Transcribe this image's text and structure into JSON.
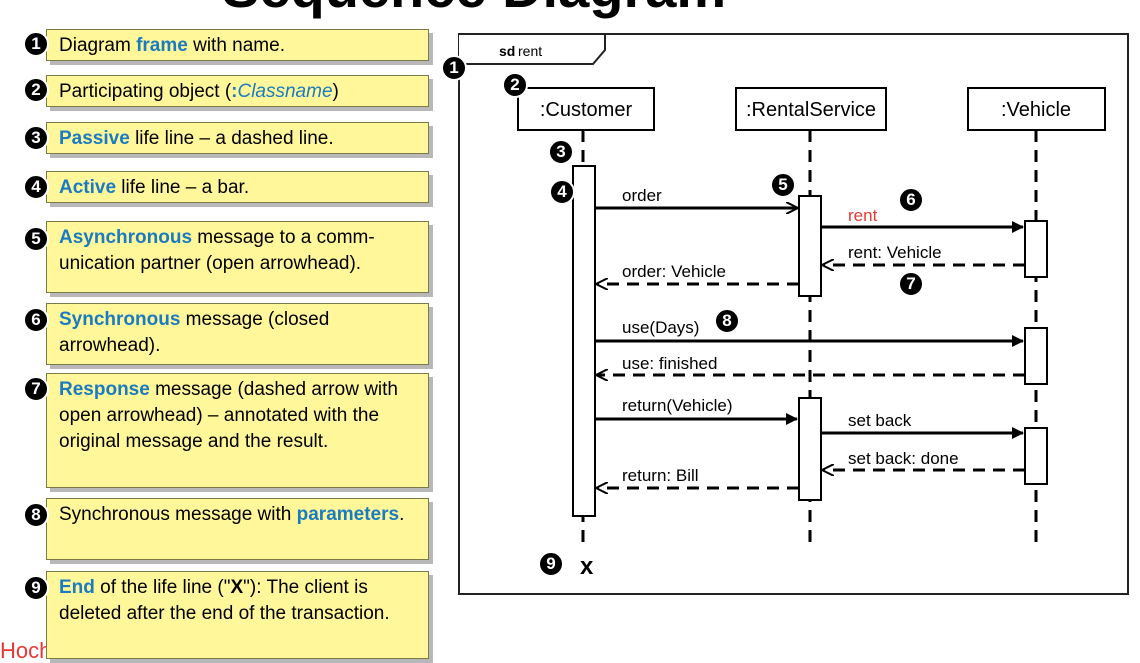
{
  "page": {
    "title": "Sequence Diagram",
    "footer": "Hochschule"
  },
  "legend": [
    {
      "num": "1",
      "parts": [
        {
          "t": "Diagram "
        },
        {
          "t": "frame",
          "k": "kw"
        },
        {
          "t": " with name."
        }
      ]
    },
    {
      "num": "2",
      "parts": [
        {
          "t": "Participating object ("
        },
        {
          "t": ":",
          "k": "kw"
        },
        {
          "t": "Classname",
          "k": "hl"
        },
        {
          "t": ")"
        }
      ]
    },
    {
      "num": "3",
      "parts": [
        {
          "t": "Passive",
          "k": "kw"
        },
        {
          "t": " life line – a dashed line."
        }
      ]
    },
    {
      "num": "4",
      "parts": [
        {
          "t": "Active",
          "k": "kw"
        },
        {
          "t": " life line – a bar."
        }
      ]
    },
    {
      "num": "5",
      "parts": [
        {
          "t": "Asynchronous",
          "k": "kw"
        },
        {
          "t": " message to a comm-unication partner (open arrowhead)."
        }
      ]
    },
    {
      "num": "6",
      "parts": [
        {
          "t": "Synchronous",
          "k": "kw"
        },
        {
          "t": " message (closed arrowhead)."
        }
      ]
    },
    {
      "num": "7",
      "parts": [
        {
          "t": "Response",
          "k": "kw"
        },
        {
          "t": " message (dashed arrow with open arrowhead) – annotated with the original message and the result."
        }
      ]
    },
    {
      "num": "8",
      "parts": [
        {
          "t": "Synchronous message with "
        },
        {
          "t": "parameters",
          "k": "kw"
        },
        {
          "t": "."
        }
      ]
    },
    {
      "num": "9",
      "parts": [
        {
          "t": "End",
          "k": "kw"
        },
        {
          "t": " of the life line (\""
        },
        {
          "t": "X",
          "k": "b"
        },
        {
          "t": "\"): The client is deleted after the end of the transaction."
        }
      ]
    }
  ],
  "diagram": {
    "frame_keyword": "sd",
    "frame_name": "rent",
    "participants": [
      ":Customer",
      ":RentalService",
      ":Vehicle"
    ],
    "messages": [
      {
        "label": "order",
        "from": ":Customer",
        "to": ":RentalService",
        "kind": "async"
      },
      {
        "label": "rent",
        "from": ":RentalService",
        "to": ":Vehicle",
        "kind": "sync"
      },
      {
        "label": "rent: Vehicle",
        "from": ":Vehicle",
        "to": ":RentalService",
        "kind": "response"
      },
      {
        "label": "order: Vehicle",
        "from": ":RentalService",
        "to": ":Customer",
        "kind": "response"
      },
      {
        "label": "use(Days)",
        "from": ":Customer",
        "to": ":Vehicle",
        "kind": "sync"
      },
      {
        "label": "use: finished",
        "from": ":Vehicle",
        "to": ":Customer",
        "kind": "response"
      },
      {
        "label": "return(Vehicle)",
        "from": ":Customer",
        "to": ":RentalService",
        "kind": "sync"
      },
      {
        "label": "set back",
        "from": ":RentalService",
        "to": ":Vehicle",
        "kind": "sync"
      },
      {
        "label": "set back: done",
        "from": ":Vehicle",
        "to": ":RentalService",
        "kind": "response"
      },
      {
        "label": "return: Bill",
        "from": ":RentalService",
        "to": ":Customer",
        "kind": "response"
      }
    ],
    "end_marker": "x",
    "colors": {
      "highlight_message": "#e53935",
      "keyword": "#1a7bc1",
      "note_fill": "#fff79a"
    }
  }
}
